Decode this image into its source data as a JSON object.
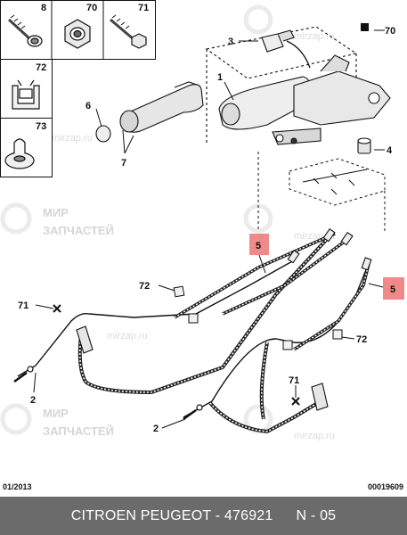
{
  "diagram": {
    "part_grid": [
      {
        "num": "8"
      },
      {
        "num": "70"
      },
      {
        "num": "71"
      },
      {
        "num": "72"
      },
      {
        "num": "73"
      }
    ],
    "callouts": {
      "c1": "1",
      "c3": "3",
      "c70": "70",
      "c4": "4",
      "c6": "6",
      "c7": "7",
      "c5a": "5",
      "c5b": "5",
      "c72a": "72",
      "c72b": "72",
      "c71a": "71",
      "c71b": "71",
      "c2a": "2",
      "c2b": "2"
    },
    "watermarks": {
      "w1": "МИР",
      "w2": "ЗАПЧАСТЕЙ",
      "w3": "МИР",
      "w4": "ЗАПЧАСТЕЙ",
      "d1": "mirzap.ru",
      "d2": "mirzap.ru",
      "d3": "mirzap.ru",
      "d4": "mirzap.ru",
      "d5": "mirzap.ru"
    },
    "colors": {
      "highlight": "#f08a8a",
      "line": "#111111",
      "bar": "#6b6b6b"
    }
  },
  "footer": {
    "date": "01/2013",
    "code": "00019609"
  },
  "caption": {
    "brand": "CITROEN PEUGEOT - 476921",
    "page": "N - 05"
  }
}
